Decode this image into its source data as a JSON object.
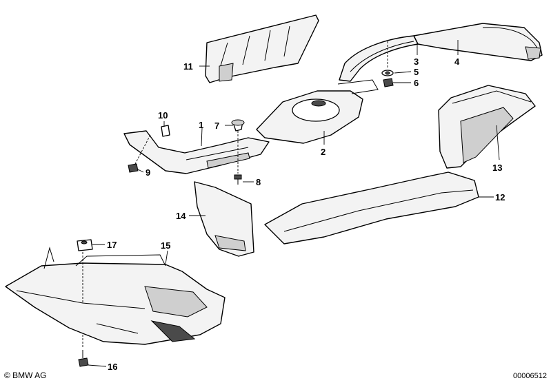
{
  "diagram": {
    "callouts": {
      "p1": "1",
      "p2": "2",
      "p3": "3",
      "p4": "4",
      "p5": "5",
      "p6": "6",
      "p7": "7",
      "p8": "8",
      "p9": "9",
      "p10": "10",
      "p11": "11",
      "p12": "12",
      "p13": "13",
      "p14": "14",
      "p15": "15",
      "p16": "16",
      "p17": "17"
    }
  },
  "footer": {
    "brand": "© BMW AG",
    "doc_number": "00006512"
  }
}
